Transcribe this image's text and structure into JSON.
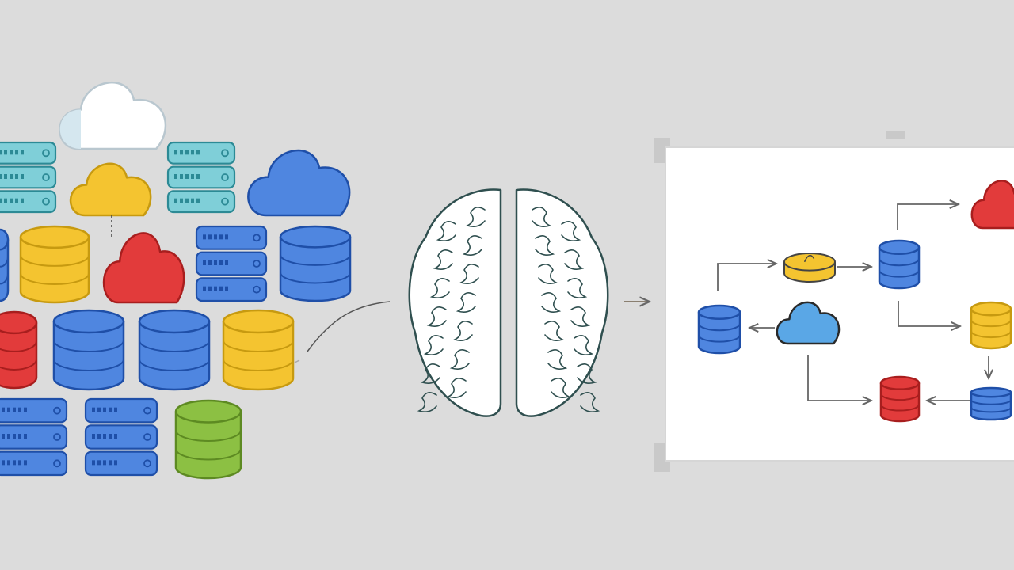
{
  "colors": {
    "background": "#dcdcdc",
    "teal": "#7fcfd8",
    "teal_dark": "#2c8a95",
    "yellow": "#f4c430",
    "yellow_dark": "#c79a10",
    "red": "#e23b3b",
    "red_dark": "#a81e1e",
    "blue": "#4f86e0",
    "blue_dark": "#1f4fa8",
    "sky": "#5aa7e6",
    "green": "#8cc043",
    "green_dark": "#5d8a22",
    "white_cloud": "#ffffff",
    "outline": "#333333",
    "arrow": "#666666",
    "panel": "#ffffff"
  },
  "icons": {
    "left_cluster": [
      {
        "kind": "cloud",
        "color": "white_cloud"
      },
      {
        "kind": "server",
        "color": "teal"
      },
      {
        "kind": "cloud",
        "color": "yellow"
      },
      {
        "kind": "server",
        "color": "teal"
      },
      {
        "kind": "cloud",
        "color": "blue"
      },
      {
        "kind": "database",
        "color": "blue"
      },
      {
        "kind": "database",
        "color": "yellow"
      },
      {
        "kind": "cloud",
        "color": "red"
      },
      {
        "kind": "server",
        "color": "blue"
      },
      {
        "kind": "database",
        "color": "blue"
      },
      {
        "kind": "database",
        "color": "red"
      },
      {
        "kind": "database",
        "color": "blue"
      },
      {
        "kind": "database",
        "color": "blue"
      },
      {
        "kind": "database",
        "color": "yellow"
      },
      {
        "kind": "server",
        "color": "blue"
      },
      {
        "kind": "server",
        "color": "blue"
      },
      {
        "kind": "database",
        "color": "green"
      }
    ],
    "center": "brain-icon",
    "right_panel": [
      {
        "kind": "cloud",
        "color": "red"
      },
      {
        "kind": "database",
        "color": "blue"
      },
      {
        "kind": "disk",
        "color": "yellow"
      },
      {
        "kind": "database",
        "color": "blue"
      },
      {
        "kind": "cloud",
        "color": "sky"
      },
      {
        "kind": "database",
        "color": "yellow"
      },
      {
        "kind": "database",
        "color": "red"
      },
      {
        "kind": "database",
        "color": "blue"
      }
    ]
  }
}
